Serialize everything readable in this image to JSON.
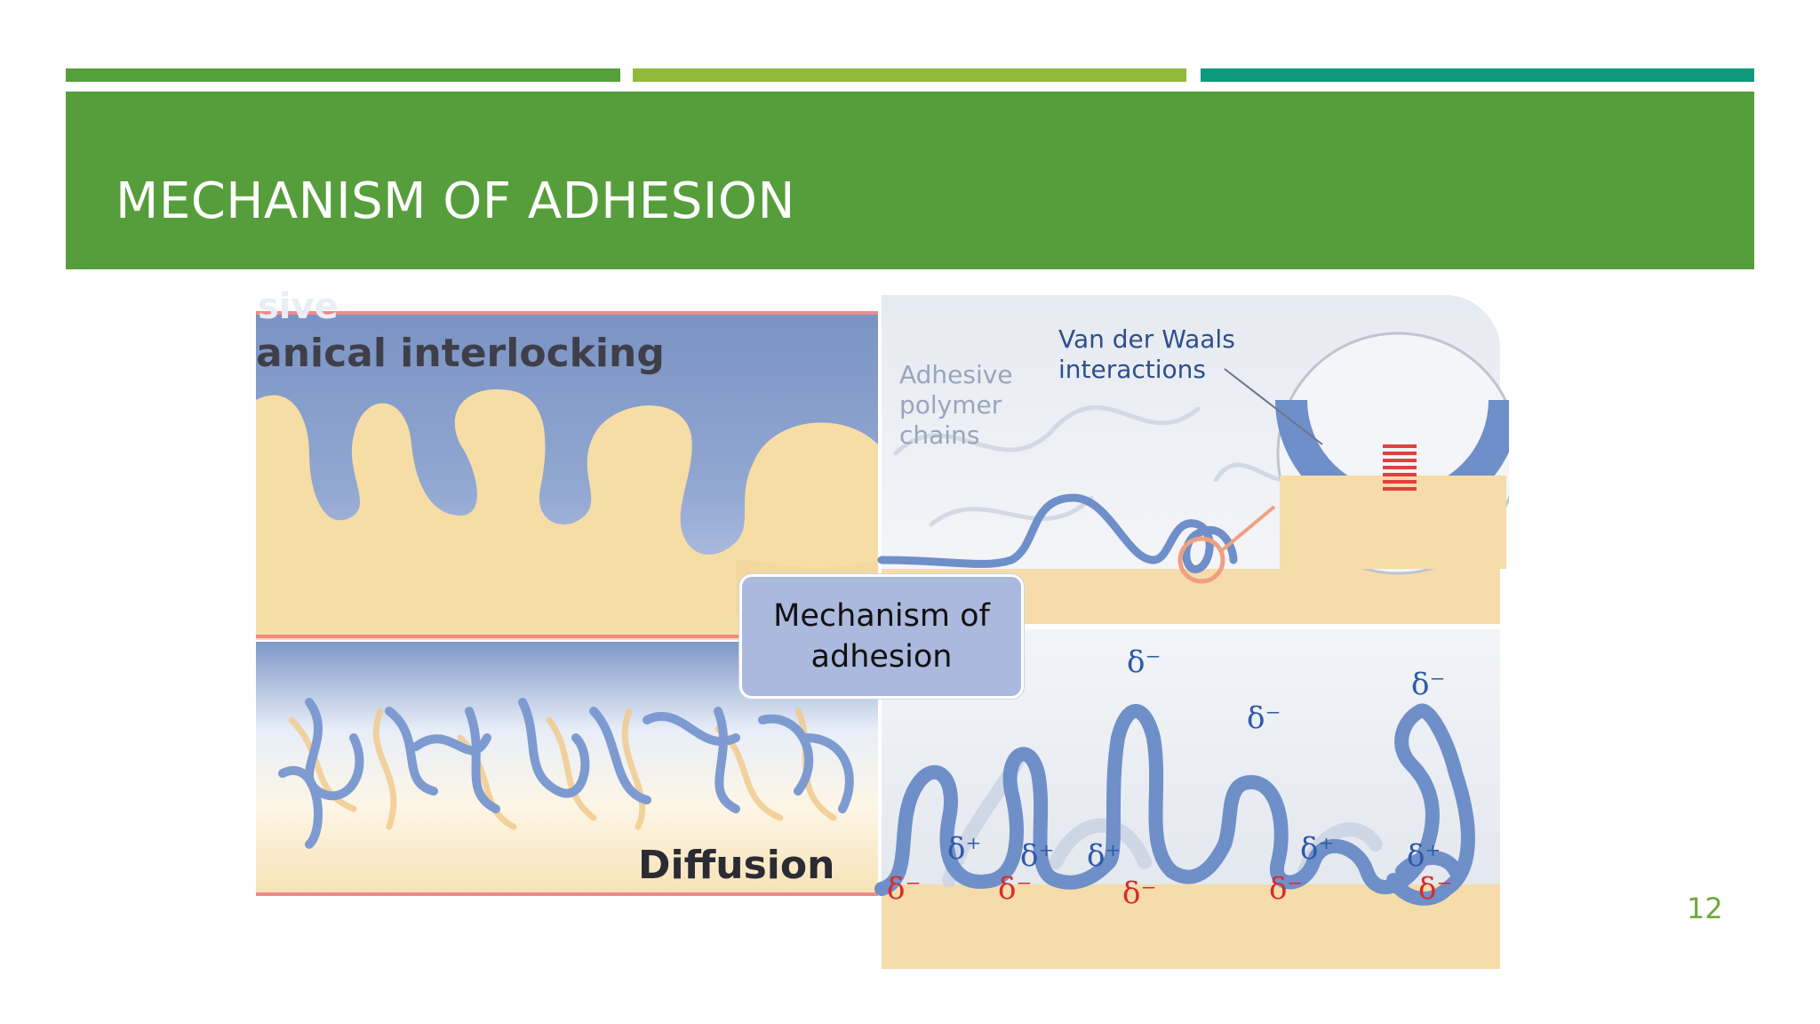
{
  "slide": {
    "title": "MECHANISM OF ADHESION",
    "number": "12",
    "accent_colors": [
      "#54a03a",
      "#92b939",
      "#0f9a7c"
    ],
    "header_color": "#569e3b"
  },
  "figure": {
    "center_label": "Mechanism of adhesion",
    "mechanical_label": "anical interlocking",
    "top_fragment": "sive",
    "diffusion_label": "Diffusion",
    "vdw_label_line1": "Van der Waals",
    "vdw_label_line2": "interactions",
    "polymer_label_line1": "Adhesive",
    "polymer_label_line2": "polymer",
    "polymer_label_line3": "chains",
    "delta_minus": "δ⁻",
    "delta_plus": "δ⁺"
  }
}
